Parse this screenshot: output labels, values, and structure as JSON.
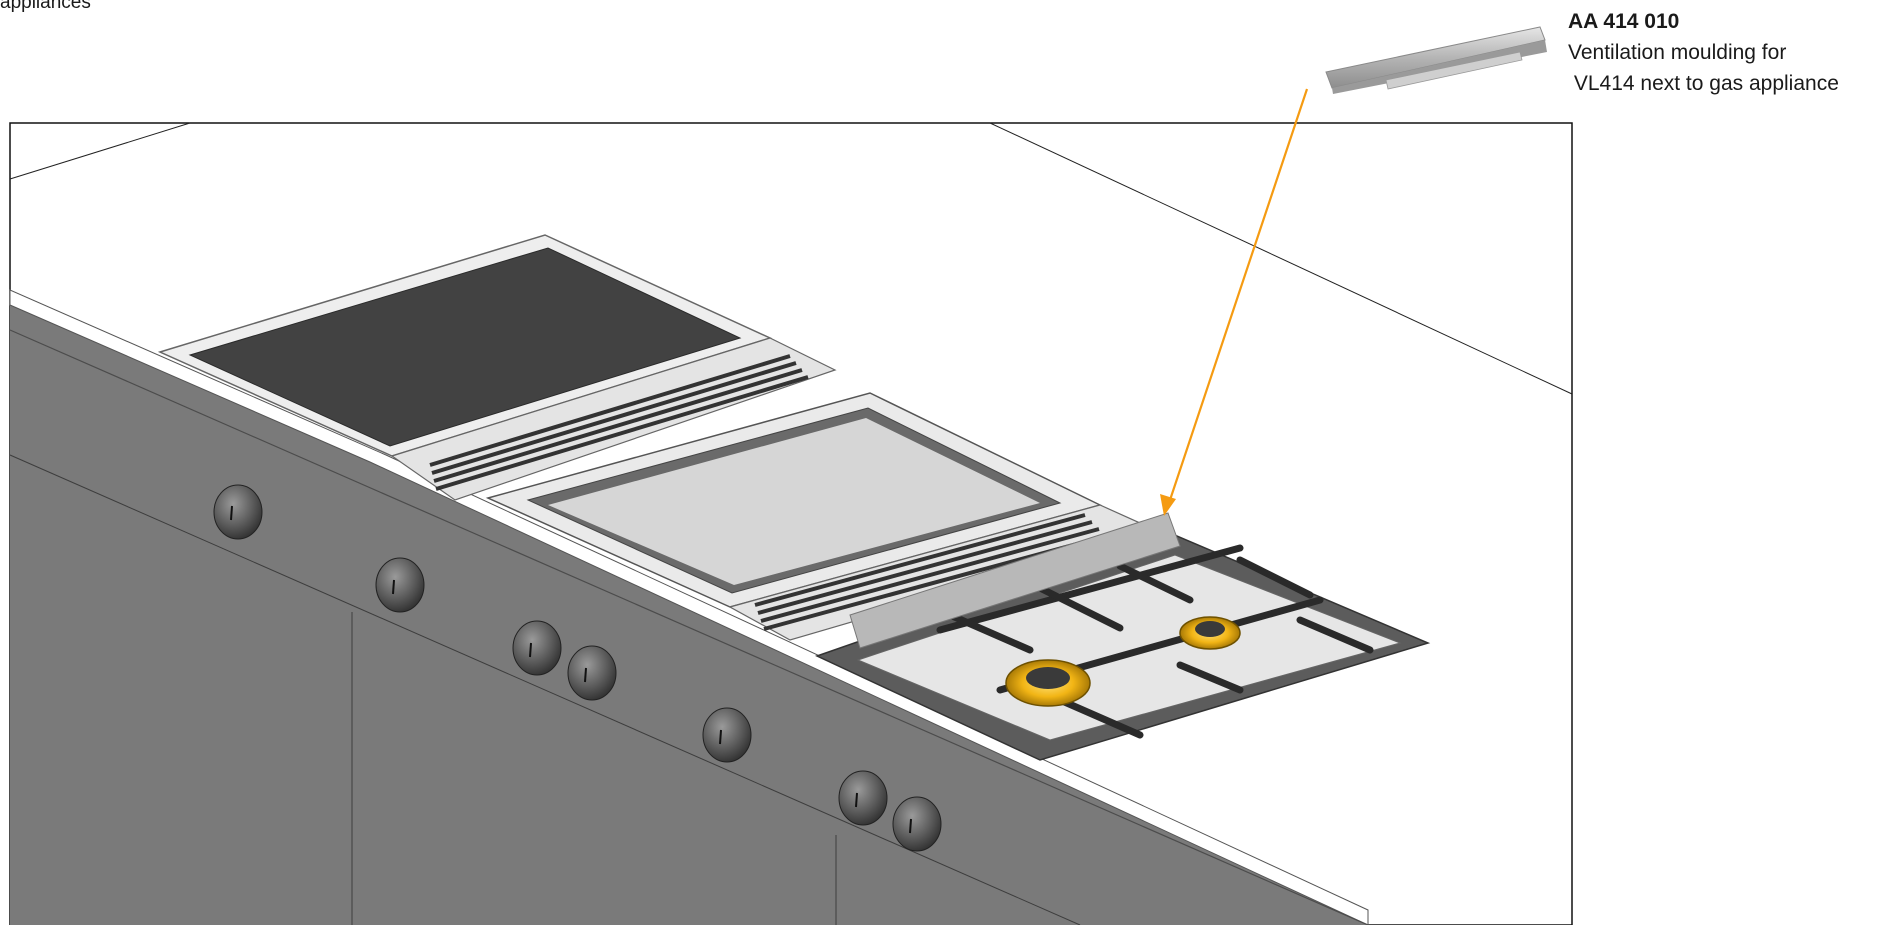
{
  "intro": {
    "text": "appliances"
  },
  "callout": {
    "product_code": "AA 414 010",
    "description_line1": "Ventilation moulding for",
    "description_line2": " VL414 next to gas appliance"
  },
  "colors": {
    "arrow": "#f59b12",
    "cabinet": "#7a7a7a",
    "cabinet_edge": "#5e5e5e",
    "worktop": "#ffffff",
    "teppanyaki": "#424242",
    "wok_tray": "#d6d6d6",
    "burner_gold": "#f2b515",
    "moulding": "#bdbdbd"
  }
}
